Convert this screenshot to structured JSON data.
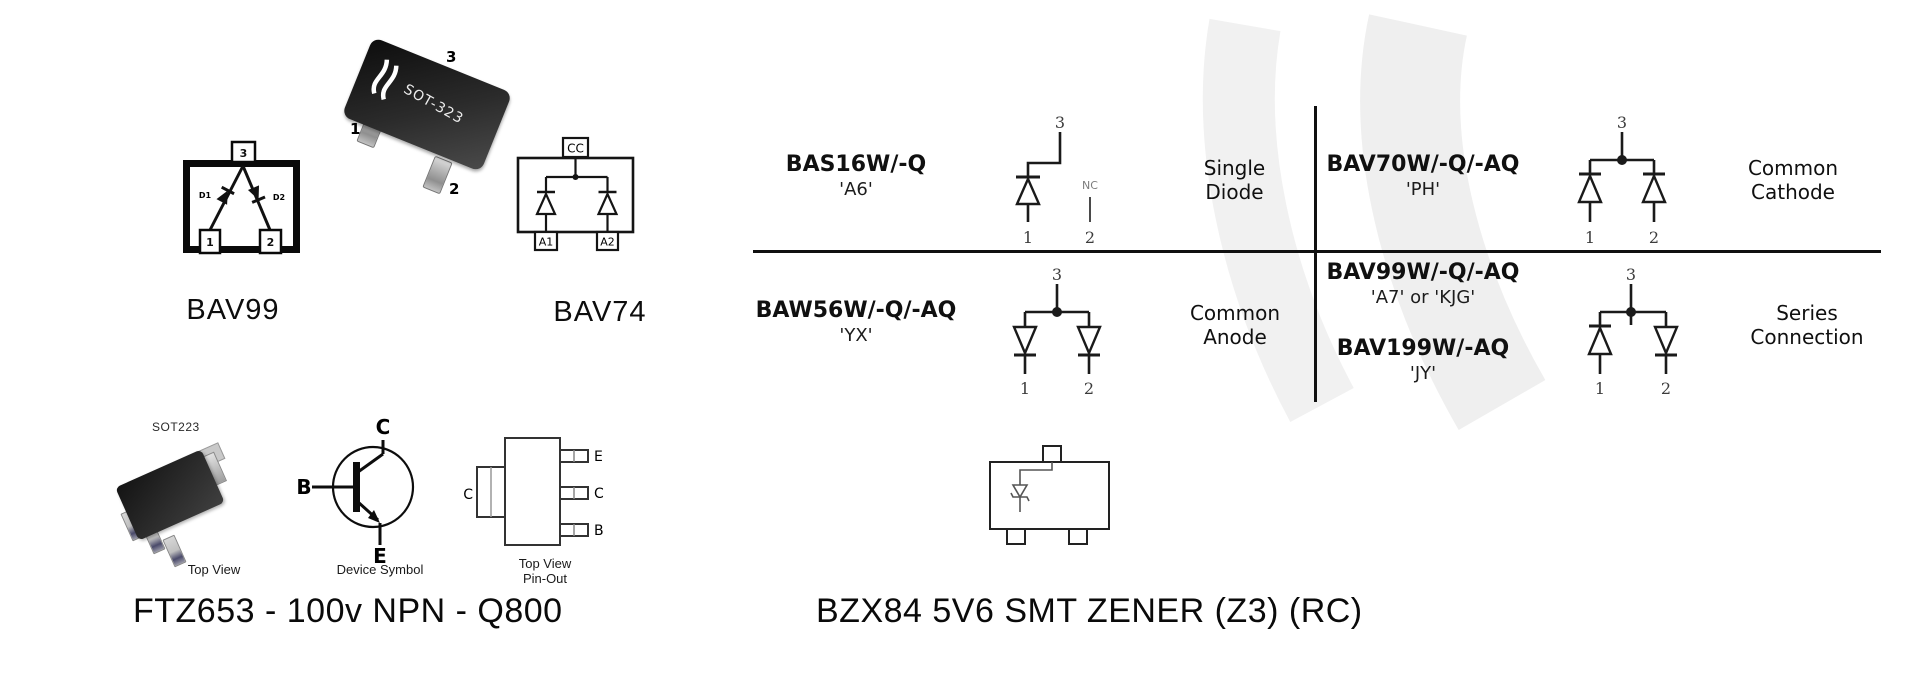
{
  "top_section": {
    "bav99": {
      "title": "BAV99",
      "pin_top": "3",
      "pin_left": "1",
      "pin_right": "2",
      "d1": "D1",
      "d2": "D2"
    },
    "sot323_photo": {
      "marking": "SOT-323",
      "pin1": "1",
      "pin2": "2",
      "pin3": "3"
    },
    "bav74": {
      "title": "BAV74",
      "pin_top": "CC",
      "pin_left": "A1",
      "pin_right": "A2"
    }
  },
  "diode_table": {
    "cells": [
      {
        "part": "BAS16W/-Q",
        "code": "'A6'",
        "config1": "Single",
        "config2": "Diode",
        "pin_top": "3",
        "pin1": "1",
        "pin2": "2",
        "nc": "NC"
      },
      {
        "part": "BAV70W/-Q/-AQ",
        "code": "'PH'",
        "config1": "Common",
        "config2": "Cathode",
        "pin_top": "3",
        "pin1": "1",
        "pin2": "2"
      },
      {
        "part": "BAW56W/-Q/-AQ",
        "code": "'YX'",
        "config1": "Common",
        "config2": "Anode",
        "pin_top": "3",
        "pin1": "1",
        "pin2": "2"
      },
      {
        "part": "BAV99W/-Q/-AQ",
        "code": "'A7' or 'KJG'",
        "part2": "BAV199W/-AQ",
        "code2": "'JY'",
        "config1": "Series",
        "config2": "Connection",
        "pin_top": "3",
        "pin1": "1",
        "pin2": "2"
      }
    ]
  },
  "transistor_section": {
    "package_label": "SOT223",
    "captions": {
      "photo": "Top View",
      "symbol": "Device Symbol",
      "pinout1": "Top View",
      "pinout2": "Pin-Out"
    },
    "symbol_pins": {
      "collector": "C",
      "base": "B",
      "emitter": "E"
    },
    "pinout_pins": {
      "tab": "C",
      "top": "E",
      "middle": "C",
      "bottom": "B"
    },
    "title": "FTZ653 - 100v NPN - Q800"
  },
  "zener_section": {
    "title": "BZX84 5V6 SMT ZENER (Z3) (RC)"
  }
}
